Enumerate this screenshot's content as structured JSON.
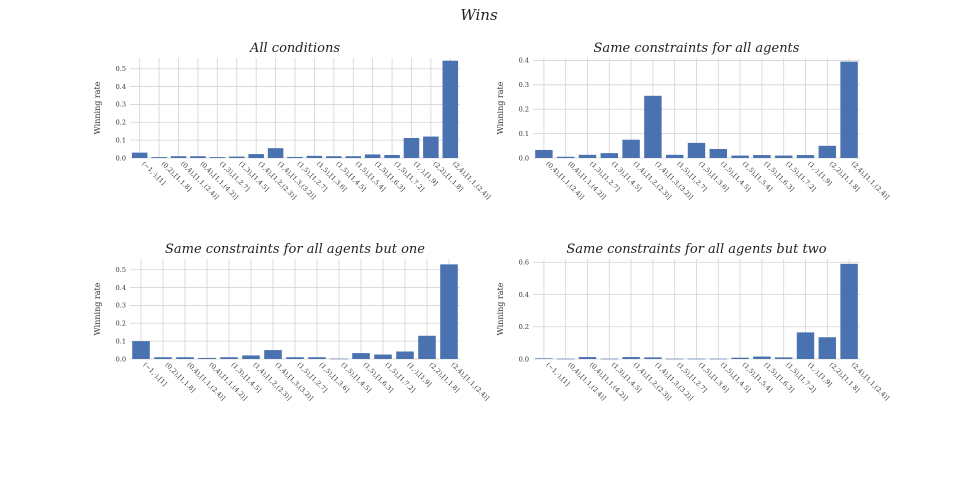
{
  "main_title": "Wins",
  "chart_data": [
    {
      "type": "bar",
      "title": "All conditions",
      "ylabel": "Winning rate",
      "ylim": [
        0,
        0.56
      ],
      "yticks": [
        "0.0",
        "0.1",
        "0.2",
        "0.3",
        "0.4",
        "0.5"
      ],
      "grid": true,
      "categories": [
        "(−1,·),[1]",
        "(0,2),[1,1.8]",
        "(0,4),[1,1,(2.4)]",
        "(0,4),[1,1,(4.2)]",
        "(1,3),[1,2.7]",
        "(1,3),[1,4.5]",
        "(1,4),[1,2,(2.3)]",
        "(1,4),[1,3,(3.2)]",
        "(1,5),[1,2.7]",
        "(1,5),[1,3.6]",
        "(1,5),[1,4.5]",
        "(1,5),[1,5.4]",
        "(1,5),[1,6.3]",
        "(1,5),[1,7.2]",
        "(1,·),[1,9]",
        "(2,2),[1,1.8]",
        "(2,4),[1,1,(2.4)]"
      ],
      "values": [
        0.03,
        0.005,
        0.01,
        0.01,
        0.005,
        0.008,
        0.022,
        0.055,
        0.006,
        0.012,
        0.01,
        0.01,
        0.02,
        0.017,
        0.112,
        0.12,
        0.545
      ]
    },
    {
      "type": "bar",
      "title": "Same constraints for all agents",
      "ylabel": "Winning rate",
      "ylim": [
        0,
        0.41
      ],
      "yticks": [
        "0.0",
        "0.1",
        "0.2",
        "0.3",
        "0.4"
      ],
      "grid": true,
      "categories": [
        "(0,4),[1,1,(2.4)]",
        "(0,4),[1,1,(4.2)]",
        "(1,3),[1,2.7]",
        "(1,3),[1,4.5]",
        "(1,4),[1,2,(2.3)]",
        "(1,4),[1,3,(3.2)]",
        "(1,5),[1,2.7]",
        "(1,5),[1,3.6]",
        "(1,5),[1,4.5]",
        "(1,5),[1,5.4]",
        "(1,5),[1,6.3]",
        "(1,5),[1,7.2]",
        "(1,·),[1,9]",
        "(2,2),[1,1.8]",
        "(2,4),[1,1,(2.4)]"
      ],
      "values": [
        0.033,
        0.005,
        0.013,
        0.02,
        0.075,
        0.255,
        0.013,
        0.062,
        0.037,
        0.01,
        0.012,
        0.01,
        0.012,
        0.05,
        0.395
      ]
    },
    {
      "type": "bar",
      "title": "Same constraints for all agents but one",
      "ylabel": "Winning rate",
      "ylim": [
        0,
        0.56
      ],
      "yticks": [
        "0.0",
        "0.1",
        "0.2",
        "0.3",
        "0.4",
        "0.5"
      ],
      "grid": true,
      "categories": [
        "(−1,·),[1]",
        "(0,2),[1,1.8]",
        "(0,4),[1,1,(2.4)]",
        "(0,4),[1,1,(4.2)]",
        "(1,3),[1,4.5]",
        "(1,4),[1,2,(2.3)]",
        "(1,4),[1,3,(3.2)]",
        "(1,5),[1,2.7]",
        "(1,5),[1,3.6]",
        "(1,5),[1,4.5]",
        "(1,5),[1,6.3]",
        "(1,5),[1,7.2]",
        "(1,·),[1,9]",
        "(2,2),[1,1.8]",
        "(2,4),[1,1,(2.4)]"
      ],
      "values": [
        0.1,
        0.01,
        0.01,
        0.006,
        0.01,
        0.02,
        0.05,
        0.01,
        0.01,
        0.002,
        0.033,
        0.025,
        0.042,
        0.13,
        0.53
      ]
    },
    {
      "type": "bar",
      "title": "Same constraints for all agents but two",
      "ylabel": "Winning rate",
      "ylim": [
        0,
        0.62
      ],
      "yticks": [
        "0.0",
        "0.2",
        "0.4",
        "0.6"
      ],
      "grid": true,
      "categories": [
        "(−1,·),[1]",
        "(0,4),[1,1,(2.4)]",
        "(0,4),[1,1,(4.2)]",
        "(1,3),[1,4.5]",
        "(1,4),[1,2,(2.3)]",
        "(1,4),[1,3,(3.2)]",
        "(1,5),[1,2.7]",
        "(1,5),[1,3.6]",
        "(1,5),[1,4.5]",
        "(1,5),[1,5.4]",
        "(1,5),[1,6.3]",
        "(1,5),[1,7.2]",
        "(1,·),[1,9]",
        "(2,2),[1,1.8]",
        "(2,4),[1,1,(2.4)]"
      ],
      "values": [
        0.004,
        0.002,
        0.012,
        0.002,
        0.012,
        0.01,
        0.002,
        0.002,
        0.002,
        0.008,
        0.015,
        0.01,
        0.165,
        0.135,
        0.59
      ]
    }
  ]
}
